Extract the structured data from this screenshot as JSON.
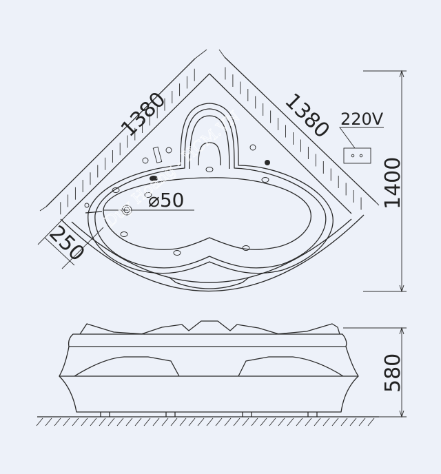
{
  "drawing": {
    "top_view": {
      "dim_left_side": "1380",
      "dim_right_side": "1380",
      "dim_depth": "1400",
      "dim_wall": "250",
      "drain_diameter": "⌀50",
      "power_label": "220V"
    },
    "side_view": {
      "dim_height": "580"
    },
    "watermark": "Duy Hoang - HCM.VN"
  },
  "colors": {
    "background": "#edf1f9",
    "line": "#2a2a2a"
  }
}
